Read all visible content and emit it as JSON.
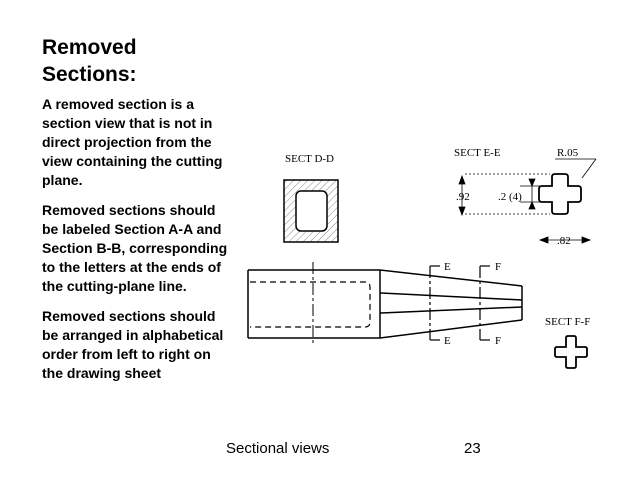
{
  "slide": {
    "title_line1": "Removed",
    "title_line2": "Sections:",
    "paragraphs": [
      "A removed section is a section view that is not in direct projection from the view containing the cutting plane.",
      "Removed sections should be labeled Section A-A  and Section B-B, corresponding to the letters at the ends of the cutting-plane line.",
      "Removed sections should be arranged in alphabetical order from left to right on the drawing sheet"
    ],
    "footer_title": "Sectional views",
    "page_number": "23"
  },
  "drawing": {
    "sect_dd": "SECT  D-D",
    "sect_ee": "SECT  E-E",
    "sect_ff": "SECT  F-F",
    "radius": "R.05",
    "dim_height": ".92",
    "dim_arm": ".2 (4)",
    "dim_width": ".82",
    "cut_e_top": "E",
    "cut_e_bottom": "E",
    "cut_f_top": "F",
    "cut_f_bottom": "F"
  }
}
